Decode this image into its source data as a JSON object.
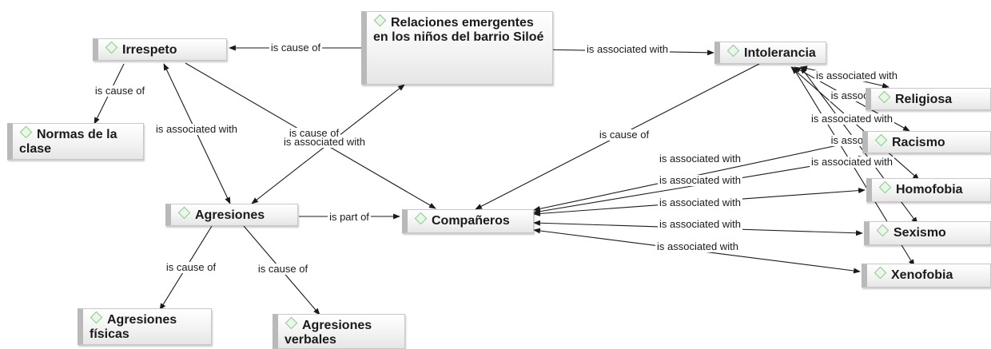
{
  "nodes": {
    "relaciones": "Relaciones emergentes en los niños del barrio Siloé",
    "irrespeto": "Irrespeto",
    "intolerancia": "Intolerancia",
    "normas": "Normas de la clase",
    "agresiones": "Agresiones",
    "companeros": "Compañeros",
    "religiosa": "Religiosa",
    "racismo": "Racismo",
    "homofobia": "Homofobia",
    "sexismo": "Sexismo",
    "xenofobia": "Xenofobia",
    "fisicas": "Agresiones físicas",
    "verbales": "Agresiones verbales"
  },
  "relations": {
    "cause": "is cause of",
    "assoc": "is associated with",
    "part": "is part of"
  },
  "colors": {
    "edge": "#1a1a1a",
    "node_border": "#c8c8c8",
    "node_side": "#b9b9b9",
    "icon": "#8cc58c"
  }
}
